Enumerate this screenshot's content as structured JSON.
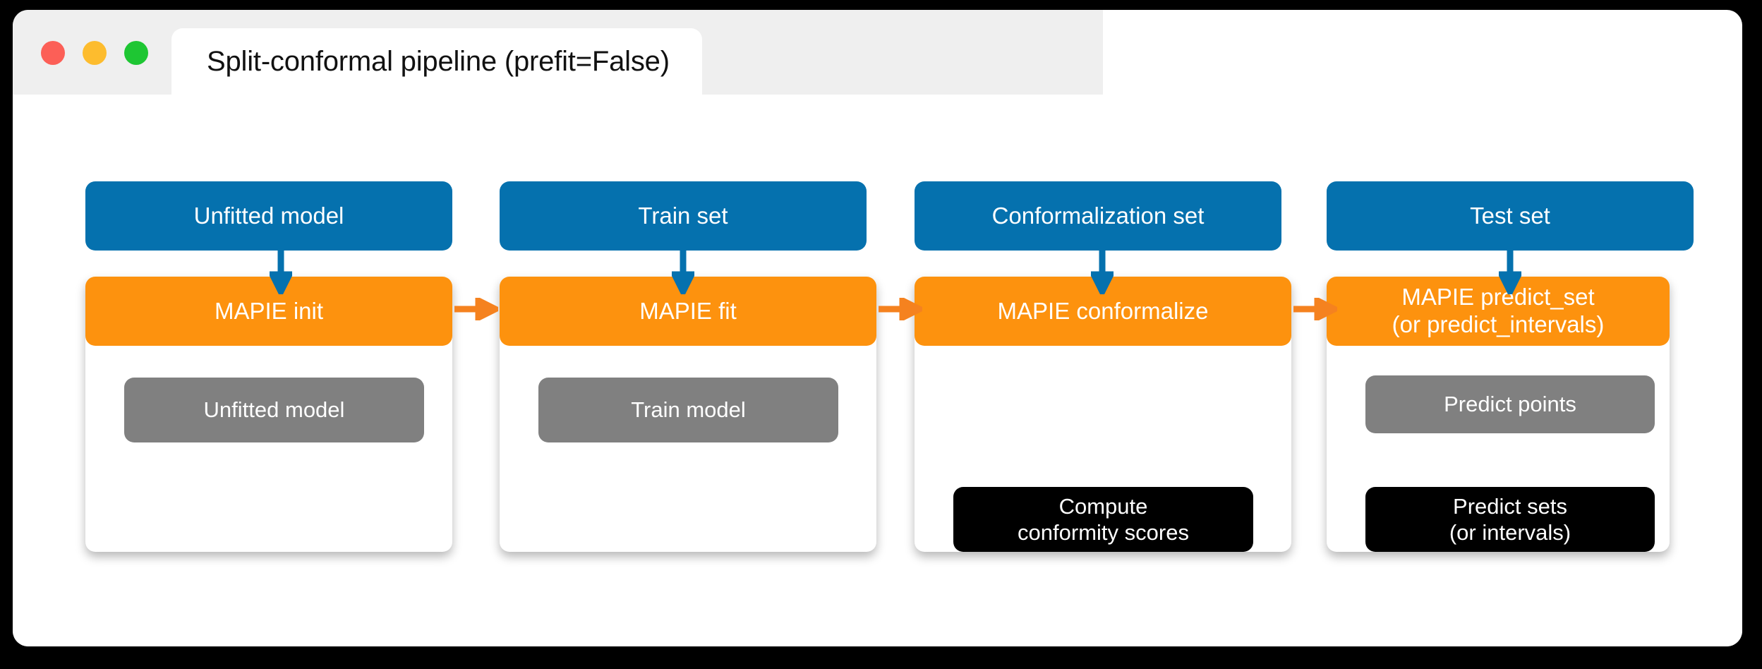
{
  "window": {
    "title": "Split-conformal pipeline (prefit=False)",
    "traffic_lights": [
      {
        "name": "close",
        "color": "#fc5f57"
      },
      {
        "name": "minimize",
        "color": "#fdbc2e"
      },
      {
        "name": "maximize",
        "color": "#1ec633"
      }
    ]
  },
  "palette": {
    "blue": "#0571AE",
    "orange": "#FD920E",
    "gray": "#808080",
    "black": "#000000",
    "card": "#FFFFFF",
    "titlebar": "#EFEFEF"
  },
  "diagram": {
    "type": "flowchart",
    "columns": [
      {
        "id": "col-init",
        "input_label": "Unfitted model",
        "step_label": "MAPIE init",
        "items": [
          {
            "label": "Unfitted model",
            "style": "gray"
          }
        ]
      },
      {
        "id": "col-fit",
        "input_label": "Train set",
        "step_label": "MAPIE fit",
        "items": [
          {
            "label": "Train model",
            "style": "gray"
          }
        ]
      },
      {
        "id": "col-conformalize",
        "input_label": "Conformalization set",
        "step_label": "MAPIE conformalize",
        "items": [
          {
            "label": "Compute\nconformity scores",
            "style": "black"
          }
        ]
      },
      {
        "id": "col-predict",
        "input_label": "Test set",
        "step_label": "MAPIE predict_set\n(or predict_intervals)",
        "items": [
          {
            "label": "Predict points",
            "style": "gray"
          },
          {
            "label": "Predict sets\n(or intervals)",
            "style": "black"
          }
        ]
      }
    ],
    "flow_arrows": [
      {
        "from": "col-init",
        "to": "col-fit",
        "direction": "right"
      },
      {
        "from": "col-fit",
        "to": "col-conformalize",
        "direction": "right"
      },
      {
        "from": "col-conformalize",
        "to": "col-predict",
        "direction": "right"
      }
    ],
    "input_arrows": [
      {
        "column": "col-init",
        "direction": "down"
      },
      {
        "column": "col-fit",
        "direction": "down"
      },
      {
        "column": "col-conformalize",
        "direction": "down"
      },
      {
        "column": "col-predict",
        "direction": "down"
      }
    ]
  }
}
